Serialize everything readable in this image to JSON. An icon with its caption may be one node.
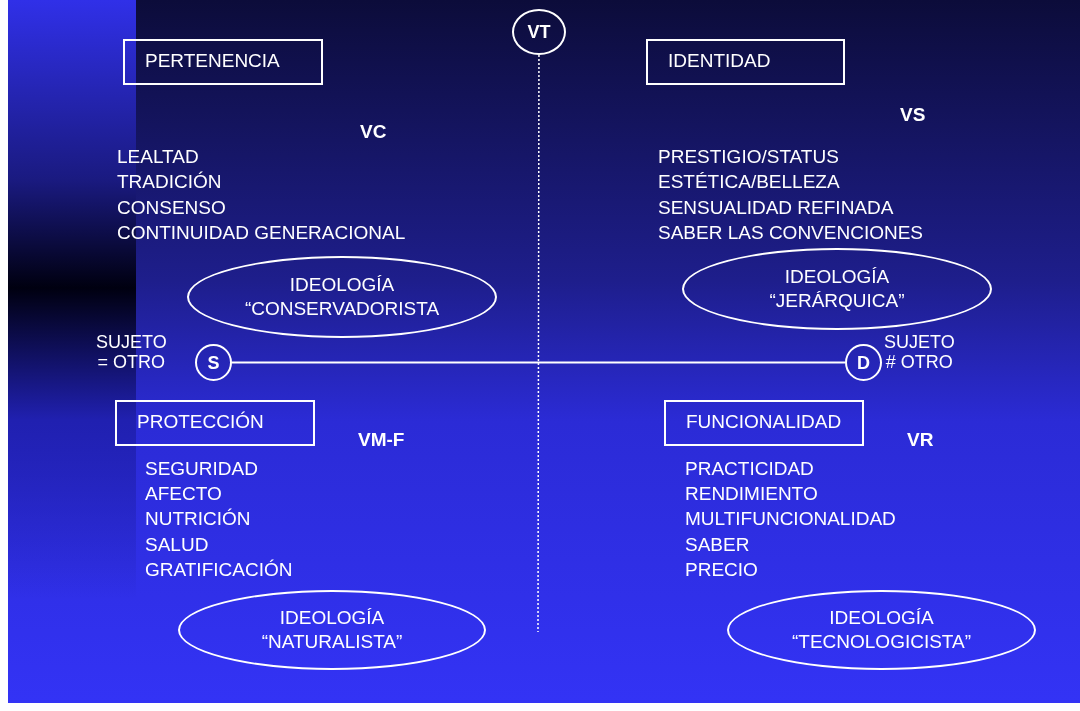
{
  "diagram": {
    "nodes": [
      {
        "text": [
          "VT"
        ]
      },
      {
        "text": [
          "PERTENENCIA"
        ]
      },
      {
        "text": [
          "IDENTIDAD"
        ]
      },
      {
        "text": [
          "IDEOLOGÍA “CONSERVADORISTA"
        ]
      },
      {
        "text": [
          "IDEOLOGÍA “JERÁRQUICA”"
        ]
      },
      {
        "text": [
          "S"
        ],
        "beside": [
          "SUJETO = OTRO"
        ]
      },
      {
        "text": [
          "D"
        ],
        "beside": [
          "SUJETO # OTRO"
        ]
      },
      {
        "text": [
          "PROTECCIÓN"
        ]
      },
      {
        "text": [
          "FUNCIONALIDAD"
        ]
      },
      {
        "text": [
          "IDEOLOGÍA “NATURALISTA”"
        ]
      },
      {
        "text": [
          "IDEOLOGÍA “TECNOLOGICISTA”"
        ]
      }
    ],
    "edges": [
      {
        "from": 0,
        "to": null,
        "arrow": "none",
        "style": "dashed"
      },
      {
        "from": 5,
        "to": 6,
        "arrow": "none"
      }
    ],
    "labels": [
      "VC",
      "VS",
      "LEALTAD",
      "TRADICIÓN",
      "CONSENSO",
      "CONTINUIDAD GENERACIONAL",
      "PRESTIGIO/STATUS",
      "ESTÉTICA/BELLEZA",
      "SENSUALIDAD REFINADA",
      "SABER LAS CONVENCIONES",
      "VM-F",
      "VR",
      "SEGURIDAD",
      "AFECTO",
      "NUTRICIÓN",
      "SALUD",
      "GRATIFICACIÓN",
      "PRACTICIDAD",
      "RENDIMIENTO",
      "MULTIFUNCIONALIDAD",
      "SABER",
      "PRECIO"
    ]
  }
}
